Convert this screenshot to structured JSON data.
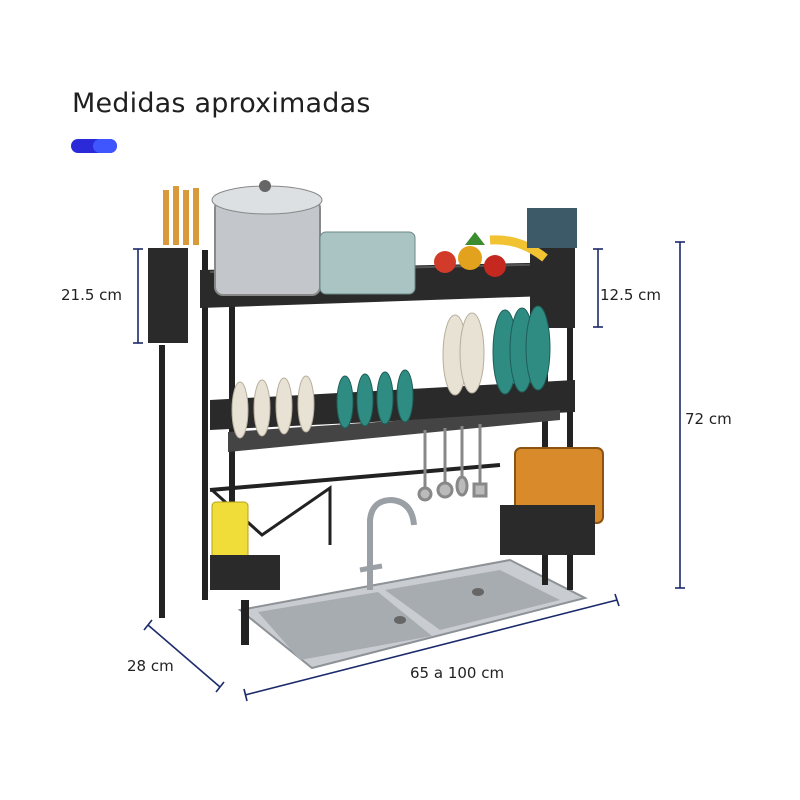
{
  "title": "Medidas aproximadas",
  "accent_color": "#2a2ad8",
  "dimensions": {
    "left_shelf_height": "21.5 cm",
    "right_shelf_height": "12.5 cm",
    "total_height": "72 cm",
    "depth": "28 cm",
    "width_range": "65 a 100 cm"
  },
  "line_color": "#1b2a6b"
}
